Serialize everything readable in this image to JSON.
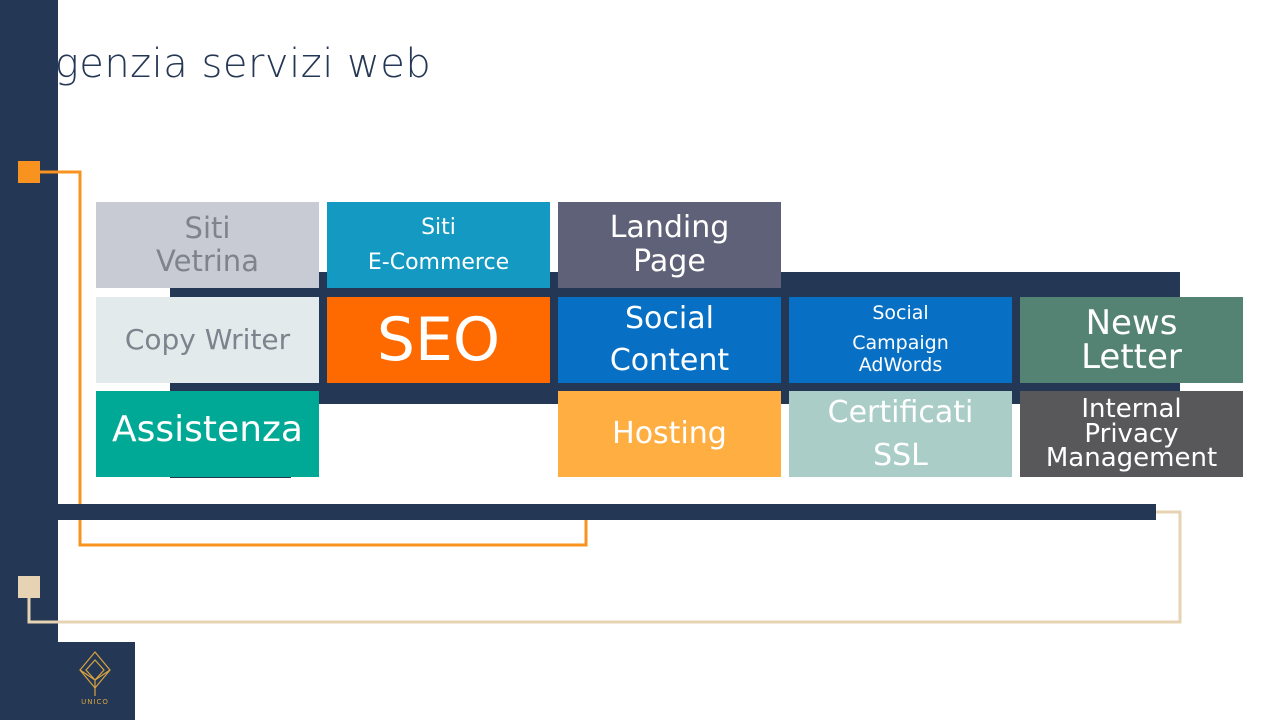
{
  "slide": {
    "title_first_letter": "A",
    "title_rest": "genzia servizi web"
  },
  "tiles": {
    "siti_vetrina": {
      "line1": "Siti",
      "line2": "Vetrina",
      "color": "#C8CBD3"
    },
    "siti_ecommerce": {
      "line1": "Siti",
      "line2": "E-Commerce",
      "color": "#1499C3"
    },
    "landing_page": {
      "line1": "Landing",
      "line2": "Page",
      "color": "#5E6177"
    },
    "copy_writer": {
      "line1": "Copy Writer",
      "color": "#E3EAEB"
    },
    "seo": {
      "line1": "SEO",
      "color": "#FF6A00"
    },
    "social_content": {
      "line1": "Social",
      "line2": "Content",
      "color": "#0770C4"
    },
    "social_campaign": {
      "line1": "Social",
      "line2": "Campaign",
      "line3": "AdWords",
      "color": "#0770C4"
    },
    "news_letter": {
      "line1": "News",
      "line2": "Letter",
      "color": "#548374"
    },
    "assistenza": {
      "line1": "Assistenza",
      "color": "#00A896"
    },
    "hosting": {
      "line1": "Hosting",
      "color": "#FFAE42"
    },
    "certificati_ssl": {
      "line1": "Certificati",
      "line2": "SSL",
      "color": "#AACDC7"
    },
    "internal_privacy": {
      "line1": "Internal",
      "line2": "Privacy",
      "line3": "Management",
      "color": "#58585A"
    }
  },
  "colors": {
    "navy": "#243754",
    "orange_accent": "#F7931E",
    "beige_accent": "#E6D3B3"
  },
  "logo": {
    "text": "UNICO",
    "icon": "diamond-logo-icon"
  }
}
